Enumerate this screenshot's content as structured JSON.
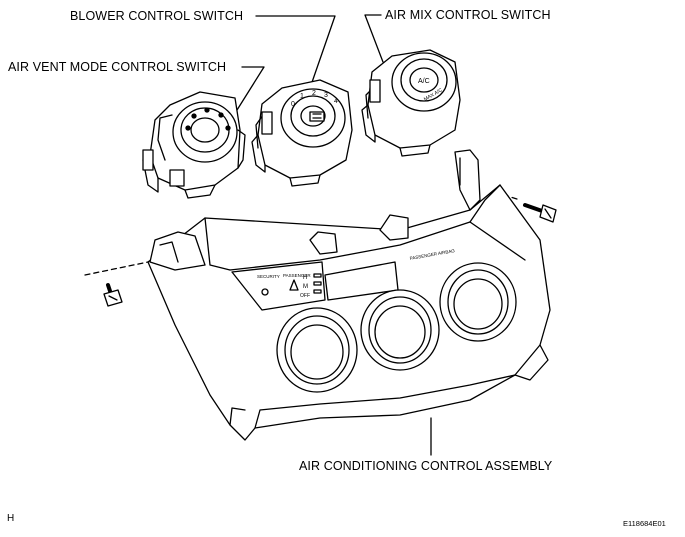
{
  "labels": {
    "blower": "BLOWER CONTROL SWITCH",
    "air_mix": "AIR MIX CONTROL SWITCH",
    "air_vent": "AIR VENT MODE CONTROL SWITCH",
    "assembly": "AIR CONDITIONING CONTROL ASSEMBLY"
  },
  "corner": {
    "left": "H",
    "right": "E118684E01"
  },
  "panel_text": {
    "security": "SECURITY",
    "passenger": "PASSENGER",
    "airbag": "PASSENGER AIRBAG",
    "h": "H",
    "m": "M",
    "off": "OFF"
  },
  "knob_text": {
    "ac": "A/C",
    "max_ac": "MAX A/C",
    "blower_marks": [
      "0",
      "1",
      "2",
      "3",
      "4"
    ]
  }
}
